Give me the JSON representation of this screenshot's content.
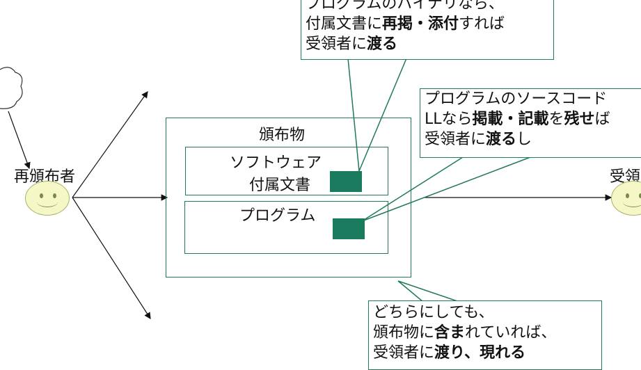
{
  "callout_top": {
    "line1": "プログラムのバイナリなら、",
    "line2_pre": "付属文書に",
    "line2_bold": "再掲・添付",
    "line2_post": "すれば",
    "line3_pre": "受領者に",
    "line3_bold": "渡る"
  },
  "callout_right": {
    "line1": "プログラムのソースコード",
    "line2_pre": "LLなら",
    "line2_bold1": "掲載・記載",
    "line2_mid": "を",
    "line2_bold2": "残せ",
    "line2_post": "ば",
    "line3_pre": "受領者に",
    "line3_bold": "渡る",
    "line3_post": "し"
  },
  "callout_bottom": {
    "line1": "どちらにしても、",
    "line2_pre": "頒布物に",
    "line2_bold": "含ま",
    "line2_post": "れていれば、",
    "line3_pre": "受領者に",
    "line3_bold": "渡り、現れる"
  },
  "labels": {
    "distribution": "頒布物",
    "software_docs_line1": "ソフトウェア",
    "software_docs_line2": "付属文書",
    "program": "プログラム",
    "redistributor": "再頒布者",
    "recipient": "受領"
  },
  "colors": {
    "accent": "#1f7a55",
    "doc_fill": "#1a7a5e",
    "face_fill": "#f5f7c6"
  }
}
